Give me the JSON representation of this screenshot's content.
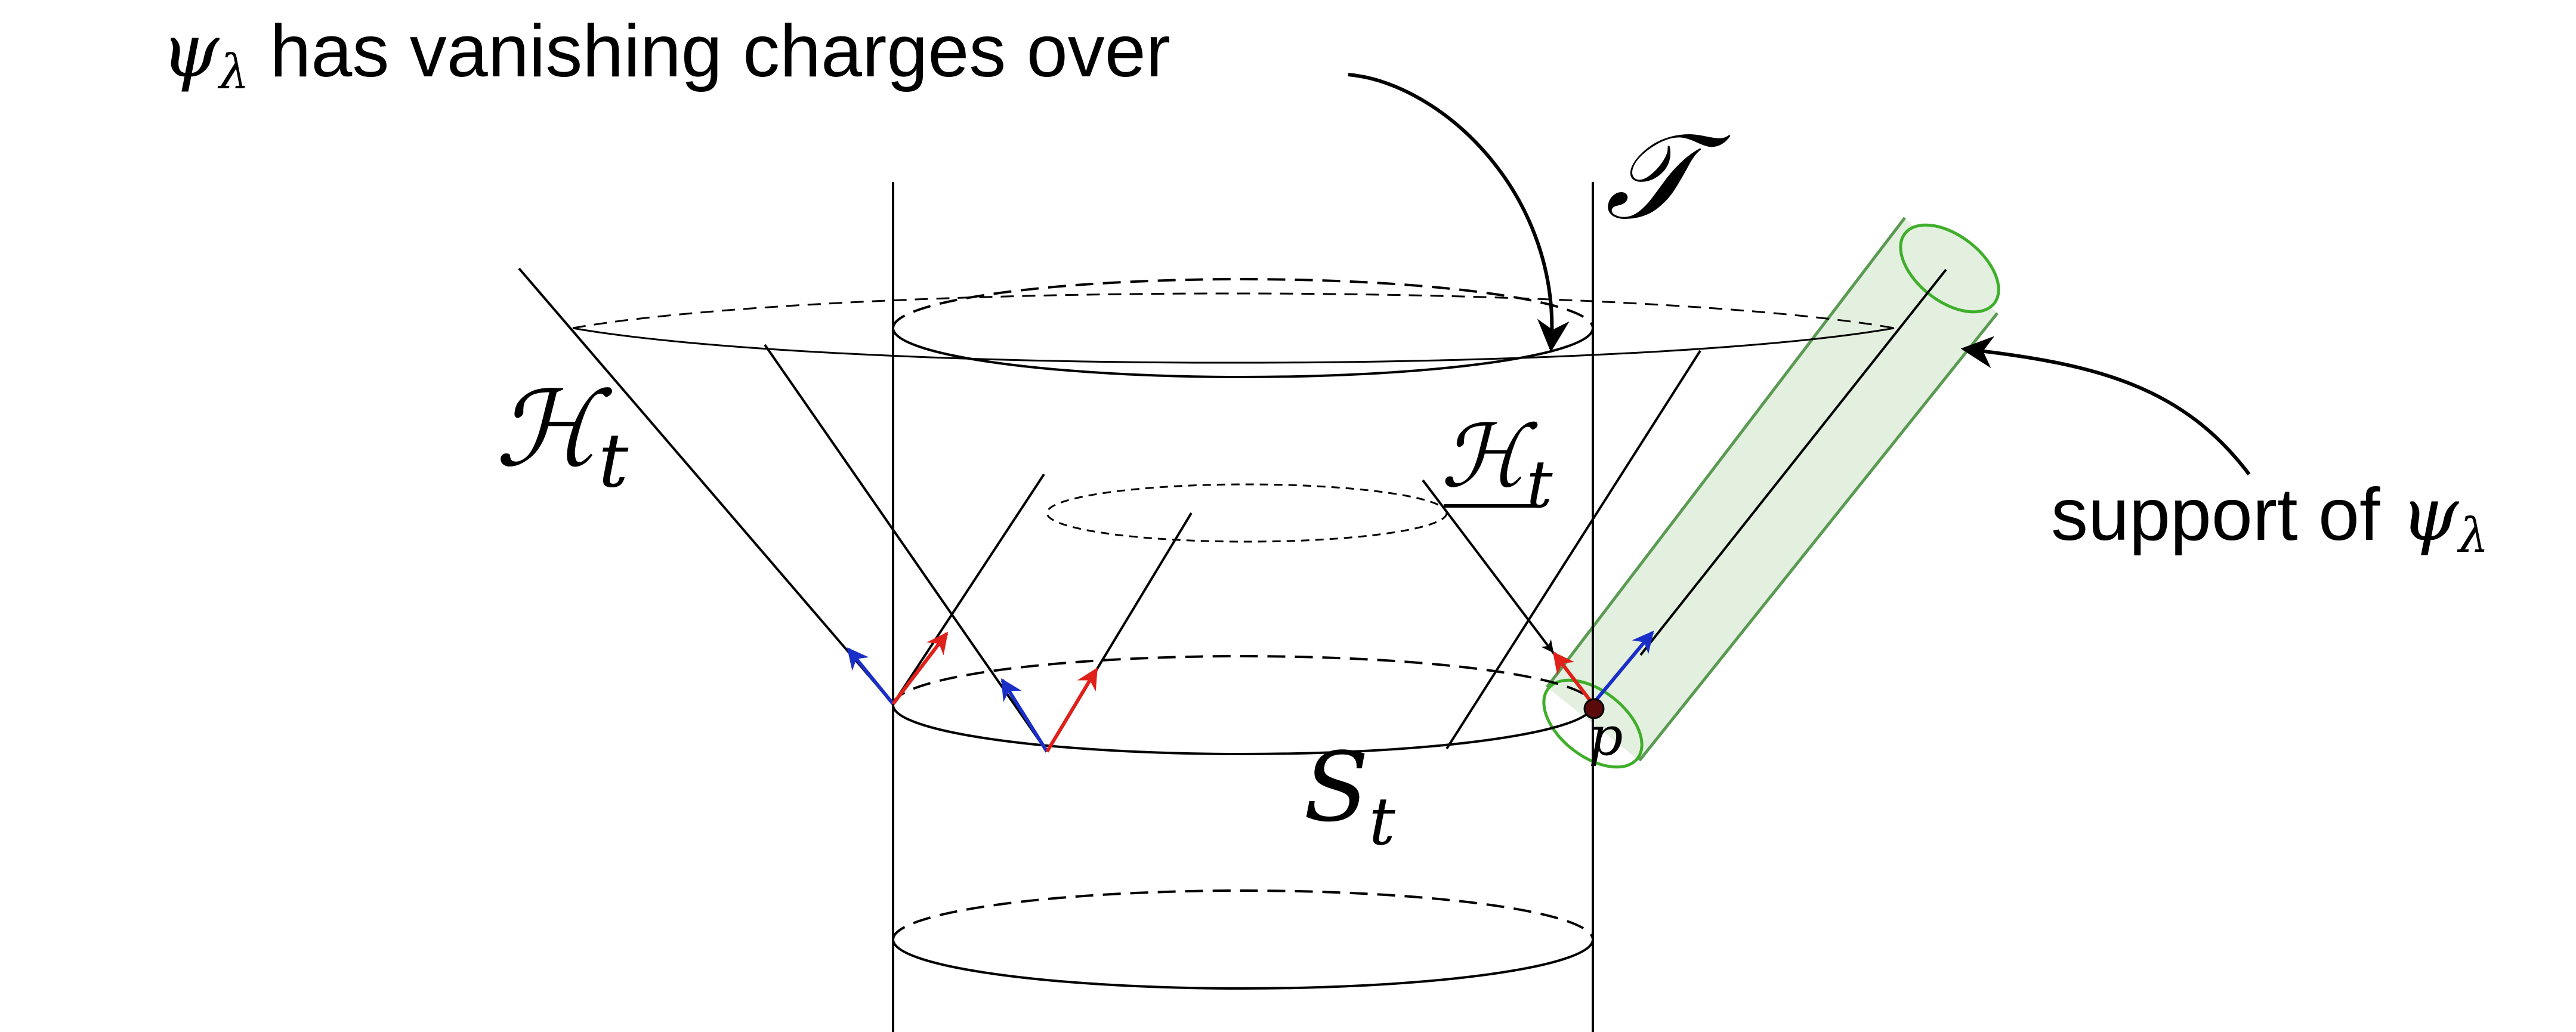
{
  "labels": {
    "psi_symbol": "ψ",
    "lambda_sub": "λ",
    "vanishing_text": " has vanishing charges over",
    "T": "𝒯",
    "H": "ℋ",
    "t_sub": "t",
    "S": "S",
    "p": "p",
    "support_text": "support of "
  },
  "colors": {
    "line": "#000000",
    "red_vector": "#e0201a",
    "blue_vector": "#1a2ec8",
    "tube_stroke": "#5a9a52",
    "tube_ellipse": "#3fae2a",
    "tube_fill": "#e3f0df",
    "point": "#5a0a0a"
  }
}
